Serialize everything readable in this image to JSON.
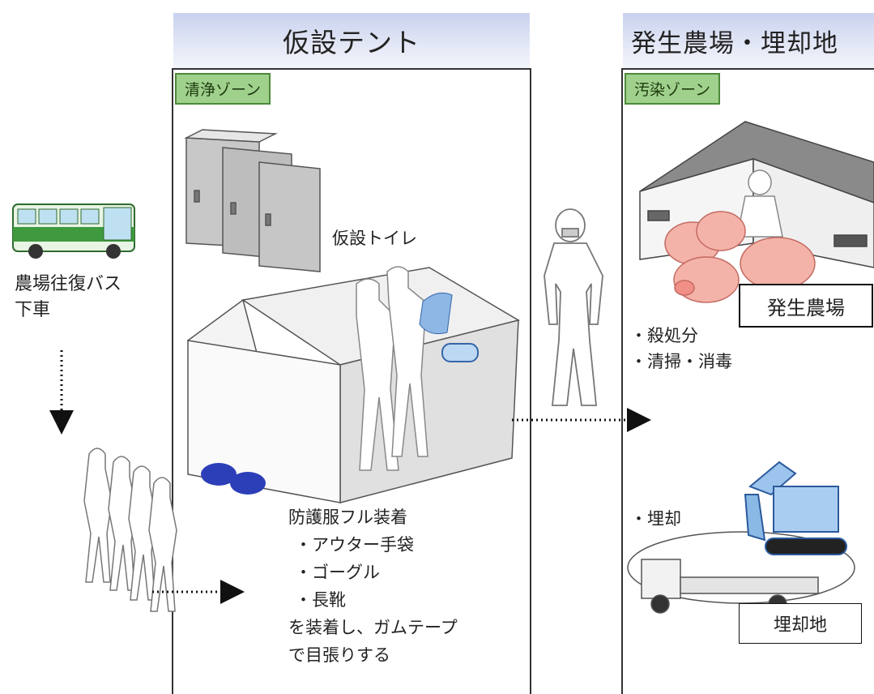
{
  "headers": {
    "tent": "仮設テント",
    "farm": "発生農場・埋却地"
  },
  "zones": {
    "clean": "清浄ゾーン",
    "contaminated": "汚染ゾーン"
  },
  "left_labels": {
    "bus": "農場往復バス",
    "alight": "下車"
  },
  "tent_labels": {
    "toilet": "仮設トイレ",
    "gear_title": "防護服フル装着",
    "gear_items": [
      "・アウター手袋",
      "・ゴーグル",
      "・長靴"
    ],
    "gear_note_1": "を装着し、ガムテープ",
    "gear_note_2": "で目張りする"
  },
  "farm_labels": {
    "site_box": "発生農場",
    "tasks": [
      "・殺処分",
      "・清掃・消毒"
    ],
    "burial": "・埋却",
    "burial_box": "埋却地"
  }
}
